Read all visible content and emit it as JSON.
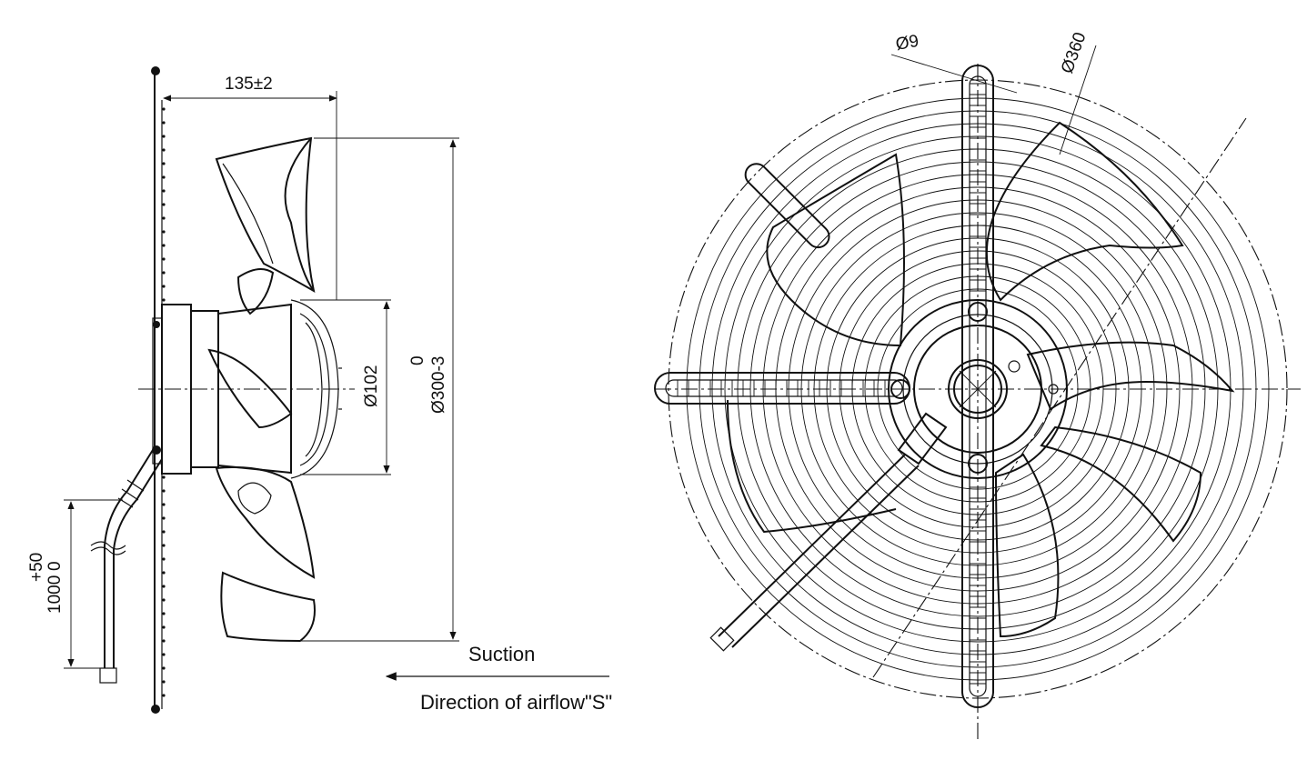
{
  "side_view": {
    "dim_depth": "135±2",
    "dim_hub": "Ø102",
    "dim_outer_tol": "0",
    "dim_outer": "Ø300-3",
    "dim_cable_tol_upper": "+50",
    "dim_cable_tol_lower": "0",
    "dim_cable": "1000"
  },
  "front_view": {
    "dim_hole": "Ø9",
    "dim_guard": "Ø360"
  },
  "airflow": {
    "suction_label": "Suction",
    "direction_label": "Direction of airflow\"S\""
  }
}
